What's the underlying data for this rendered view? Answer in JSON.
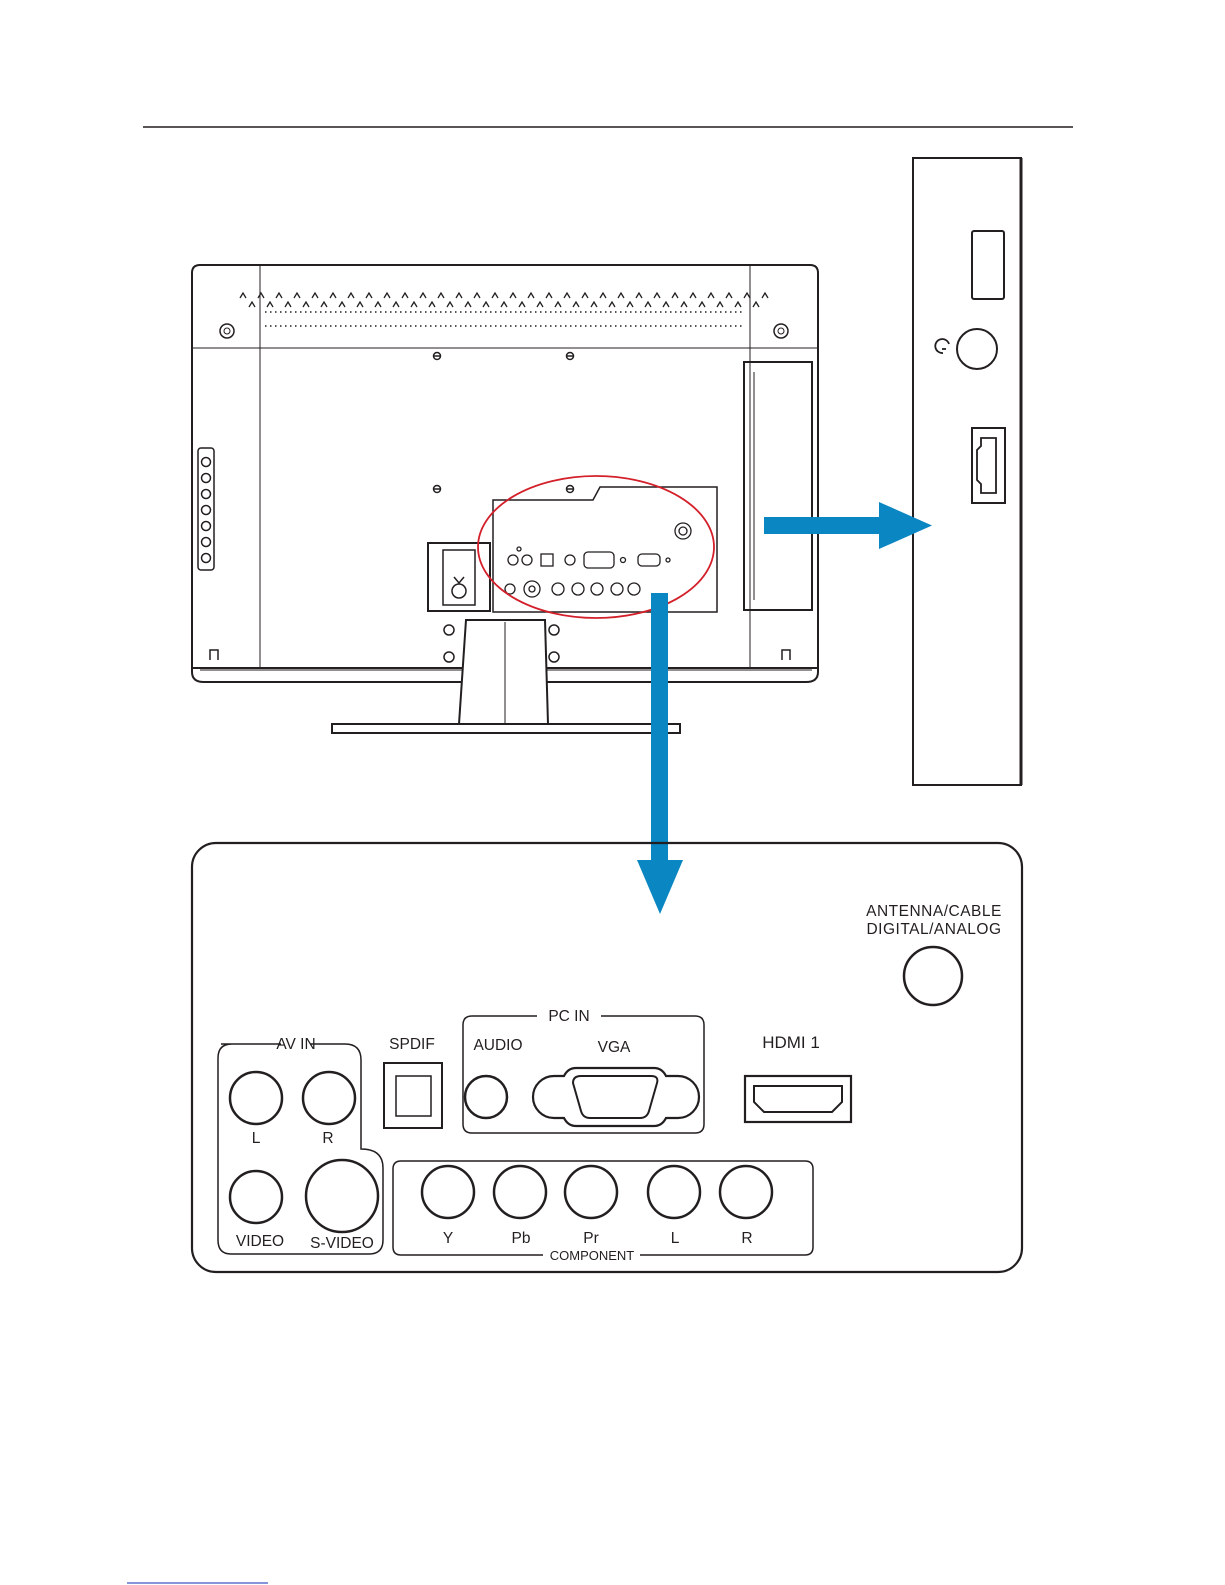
{
  "colors": {
    "line": "#231f20",
    "arrow": "#0a86c2",
    "highlight": "#d3202a"
  },
  "panel": {
    "antenna_line1": "ANTENNA/CABLE",
    "antenna_line2": "DIGITAL/ANALOG",
    "av_in": "AV IN",
    "av_l": "L",
    "av_r": "R",
    "video": "VIDEO",
    "svideo": "S-VIDEO",
    "spdif": "SPDIF",
    "pc_in": "PC IN",
    "audio": "AUDIO",
    "vga": "VGA",
    "hdmi1": "HDMI 1",
    "comp_y": "Y",
    "comp_pb": "Pb",
    "comp_pr": "Pr",
    "comp_l": "L",
    "comp_r": "R",
    "component": "COMPONENT"
  },
  "icons": {
    "headphone": "headphone-icon",
    "hdmi": "hdmi-port-icon",
    "usb": "usb-port-icon"
  }
}
